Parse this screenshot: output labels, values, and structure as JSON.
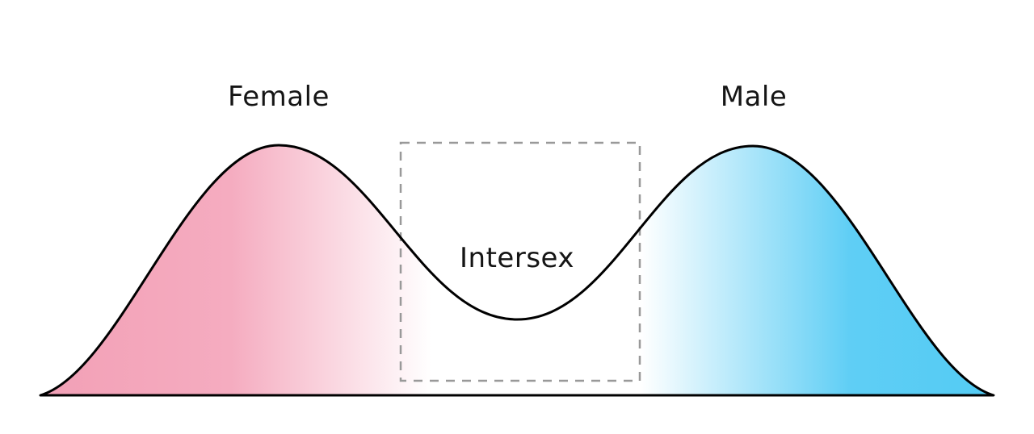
{
  "diagram": {
    "type": "bimodal-distribution",
    "description": "Bimodal distribution curve with two peaks (Female, Male) and a dashed region at the central valley (Intersex)",
    "labels": {
      "left_peak": "Female",
      "right_peak": "Male",
      "valley": "Intersex"
    },
    "colors": {
      "female_fill": "#F2A0B6",
      "female_fill_mid": "#F5ACC0",
      "white": "#FFFFFF",
      "male_fill_mid": "#5FCEF5",
      "male_fill": "#53CBF4",
      "curve_stroke": "#000000",
      "dashed_box": "#999999"
    }
  }
}
